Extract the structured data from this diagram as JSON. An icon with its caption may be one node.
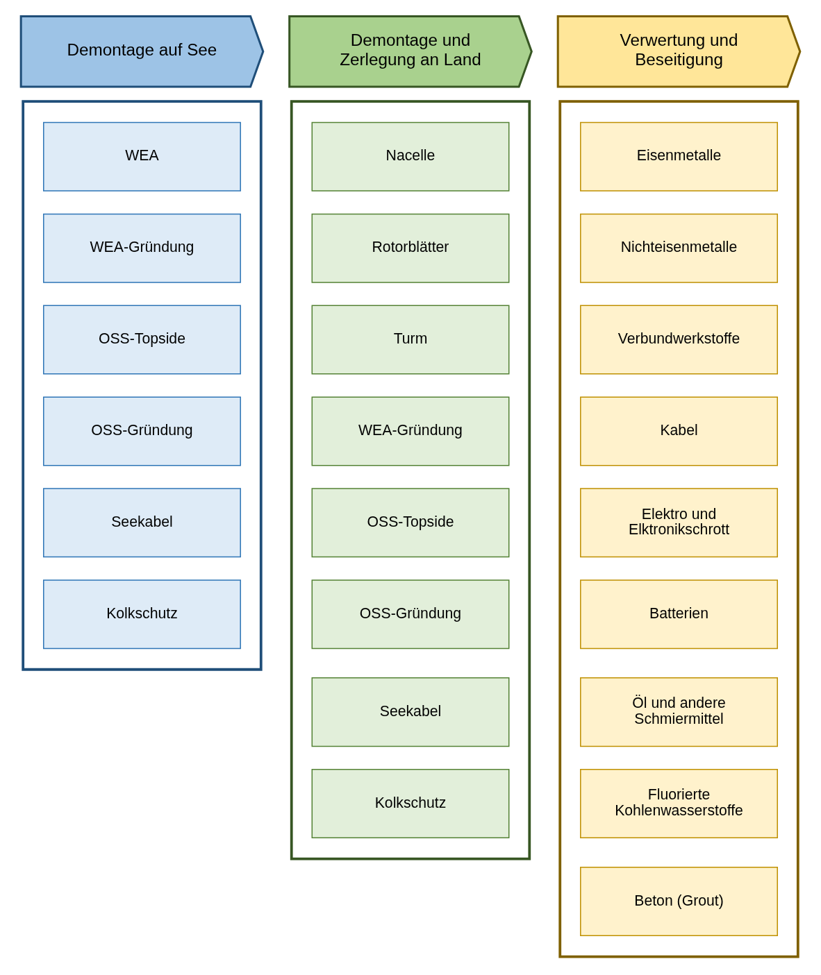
{
  "diagram": {
    "nodes": [
      {
        "text": [
          "Demontage auf See"
        ]
      },
      {
        "text": [
          "Demontage und Zerlegung an Land"
        ]
      },
      {
        "text": [
          "Verwertung und Beseitigung"
        ]
      },
      {
        "text": [],
        "shape": "box"
      },
      {
        "text": [
          "WEA"
        ],
        "in": 3
      },
      {
        "text": [
          "WEA-Gründung"
        ],
        "in": 3
      },
      {
        "text": [
          "OSS-Topside"
        ],
        "in": 3
      },
      {
        "text": [
          "OSS-Gründung"
        ],
        "in": 3
      },
      {
        "text": [
          "Seekabel"
        ],
        "in": 3
      },
      {
        "text": [
          "Kolkschutz"
        ],
        "in": 3
      },
      {
        "text": [],
        "shape": "box"
      },
      {
        "text": [
          "Nacelle"
        ],
        "in": 10
      },
      {
        "text": [
          "Rotorblätter"
        ],
        "in": 10
      },
      {
        "text": [
          "Turm"
        ],
        "in": 10
      },
      {
        "text": [
          "WEA-Gründung"
        ],
        "in": 10
      },
      {
        "text": [
          "OSS-Topside"
        ],
        "in": 10
      },
      {
        "text": [
          "OSS-Gründung"
        ],
        "in": 10
      },
      {
        "text": [
          "Seekabel"
        ],
        "in": 10
      },
      {
        "text": [
          "Kolkschutz"
        ],
        "in": 10
      },
      {
        "text": [],
        "shape": "box"
      },
      {
        "text": [
          "Eisenmetalle"
        ],
        "in": 19
      },
      {
        "text": [
          "Nichteisenmetalle"
        ],
        "in": 19
      },
      {
        "text": [
          "Verbundwerkstoffe"
        ],
        "in": 19
      },
      {
        "text": [
          "Kabel"
        ],
        "in": 19
      },
      {
        "text": [
          "Elektro und Elktronikschrott"
        ],
        "in": 19
      },
      {
        "text": [
          "Batterien"
        ],
        "in": 19
      },
      {
        "text": [
          "Öl und andere Schmiermittel"
        ],
        "in": 19
      },
      {
        "text": [
          "Fluorierte Kohlenwasserstoffe"
        ],
        "in": 19
      },
      {
        "text": [
          "Beton (Grout)"
        ],
        "in": 19
      }
    ],
    "edges": []
  }
}
